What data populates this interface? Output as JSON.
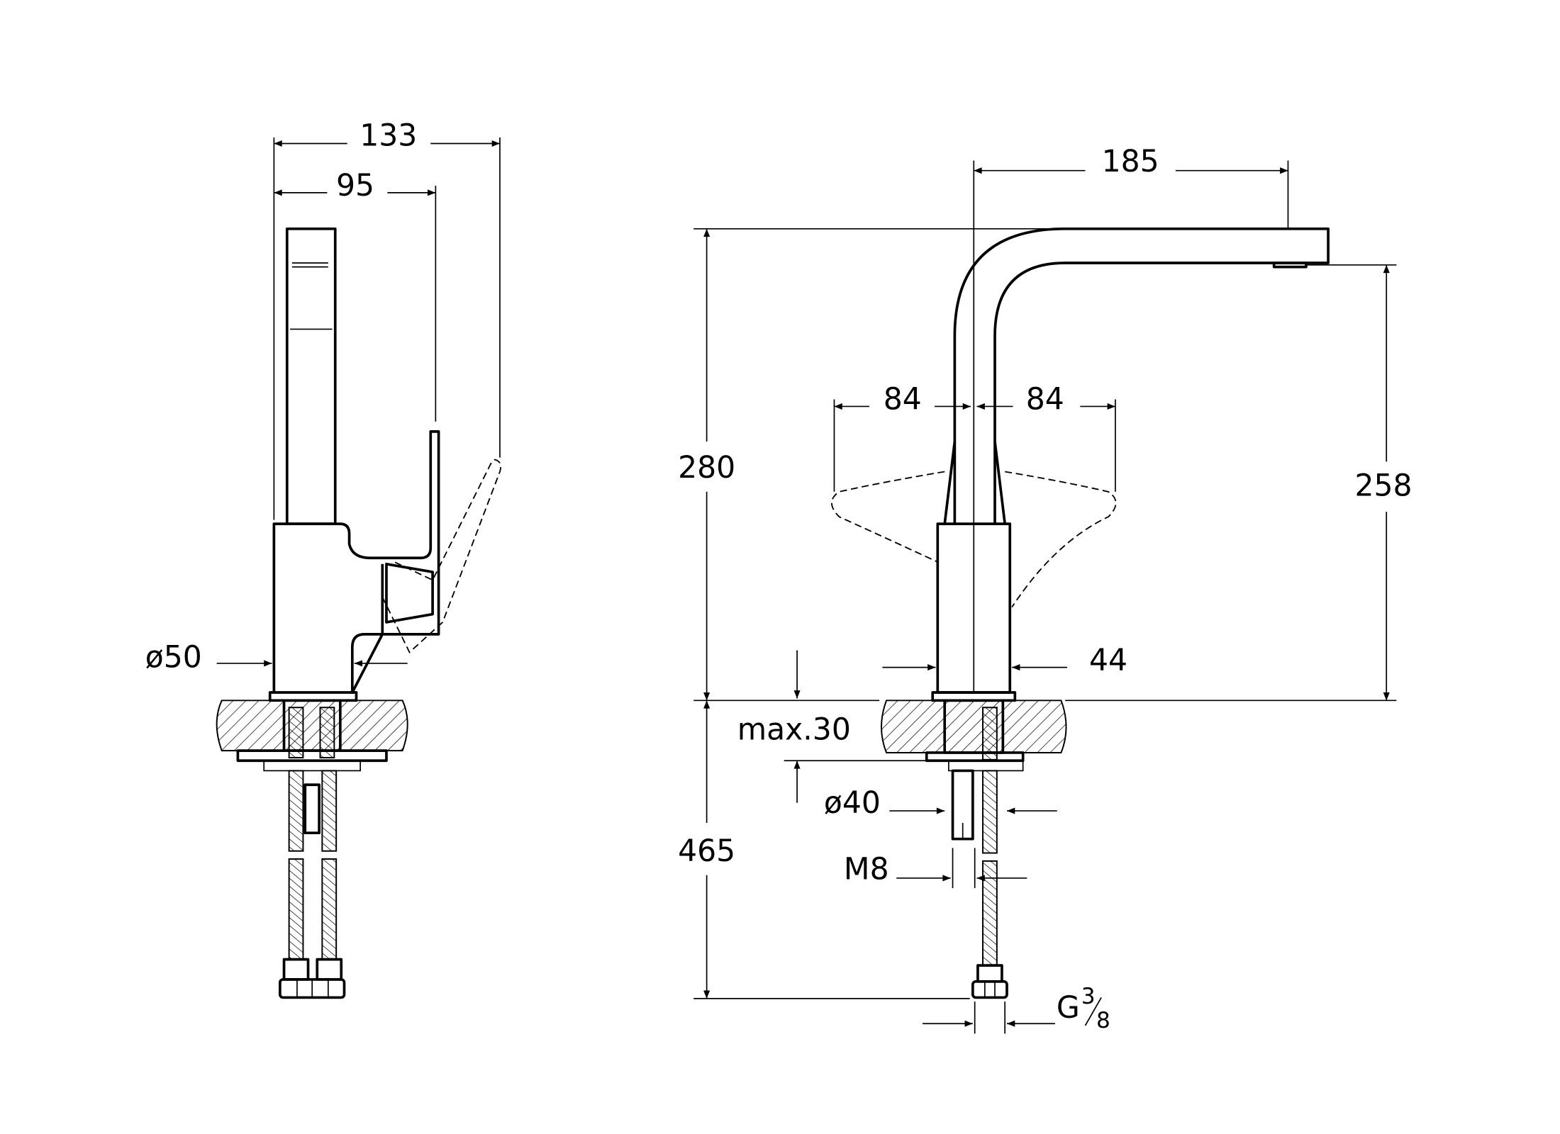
{
  "title": "Faucet technical dimension drawing",
  "colors": {
    "line": "#000000",
    "background": "#ffffff"
  },
  "side_view": {
    "dim_total_depth": "133",
    "dim_spout_depth": "95",
    "dim_base_diameter": "ø50"
  },
  "front_view": {
    "dim_spout_reach": "185",
    "dim_total_height": "280",
    "dim_outlet_height": "258",
    "dim_lever_left": "84",
    "dim_lever_right": "84",
    "dim_body_width": "44",
    "dim_max_counter": "max.30",
    "dim_hole_diameter": "ø40",
    "dim_rod": "M8",
    "dim_hose_length": "465",
    "dim_connection": "G",
    "dim_connection_num": "3",
    "dim_connection_den": "8"
  }
}
